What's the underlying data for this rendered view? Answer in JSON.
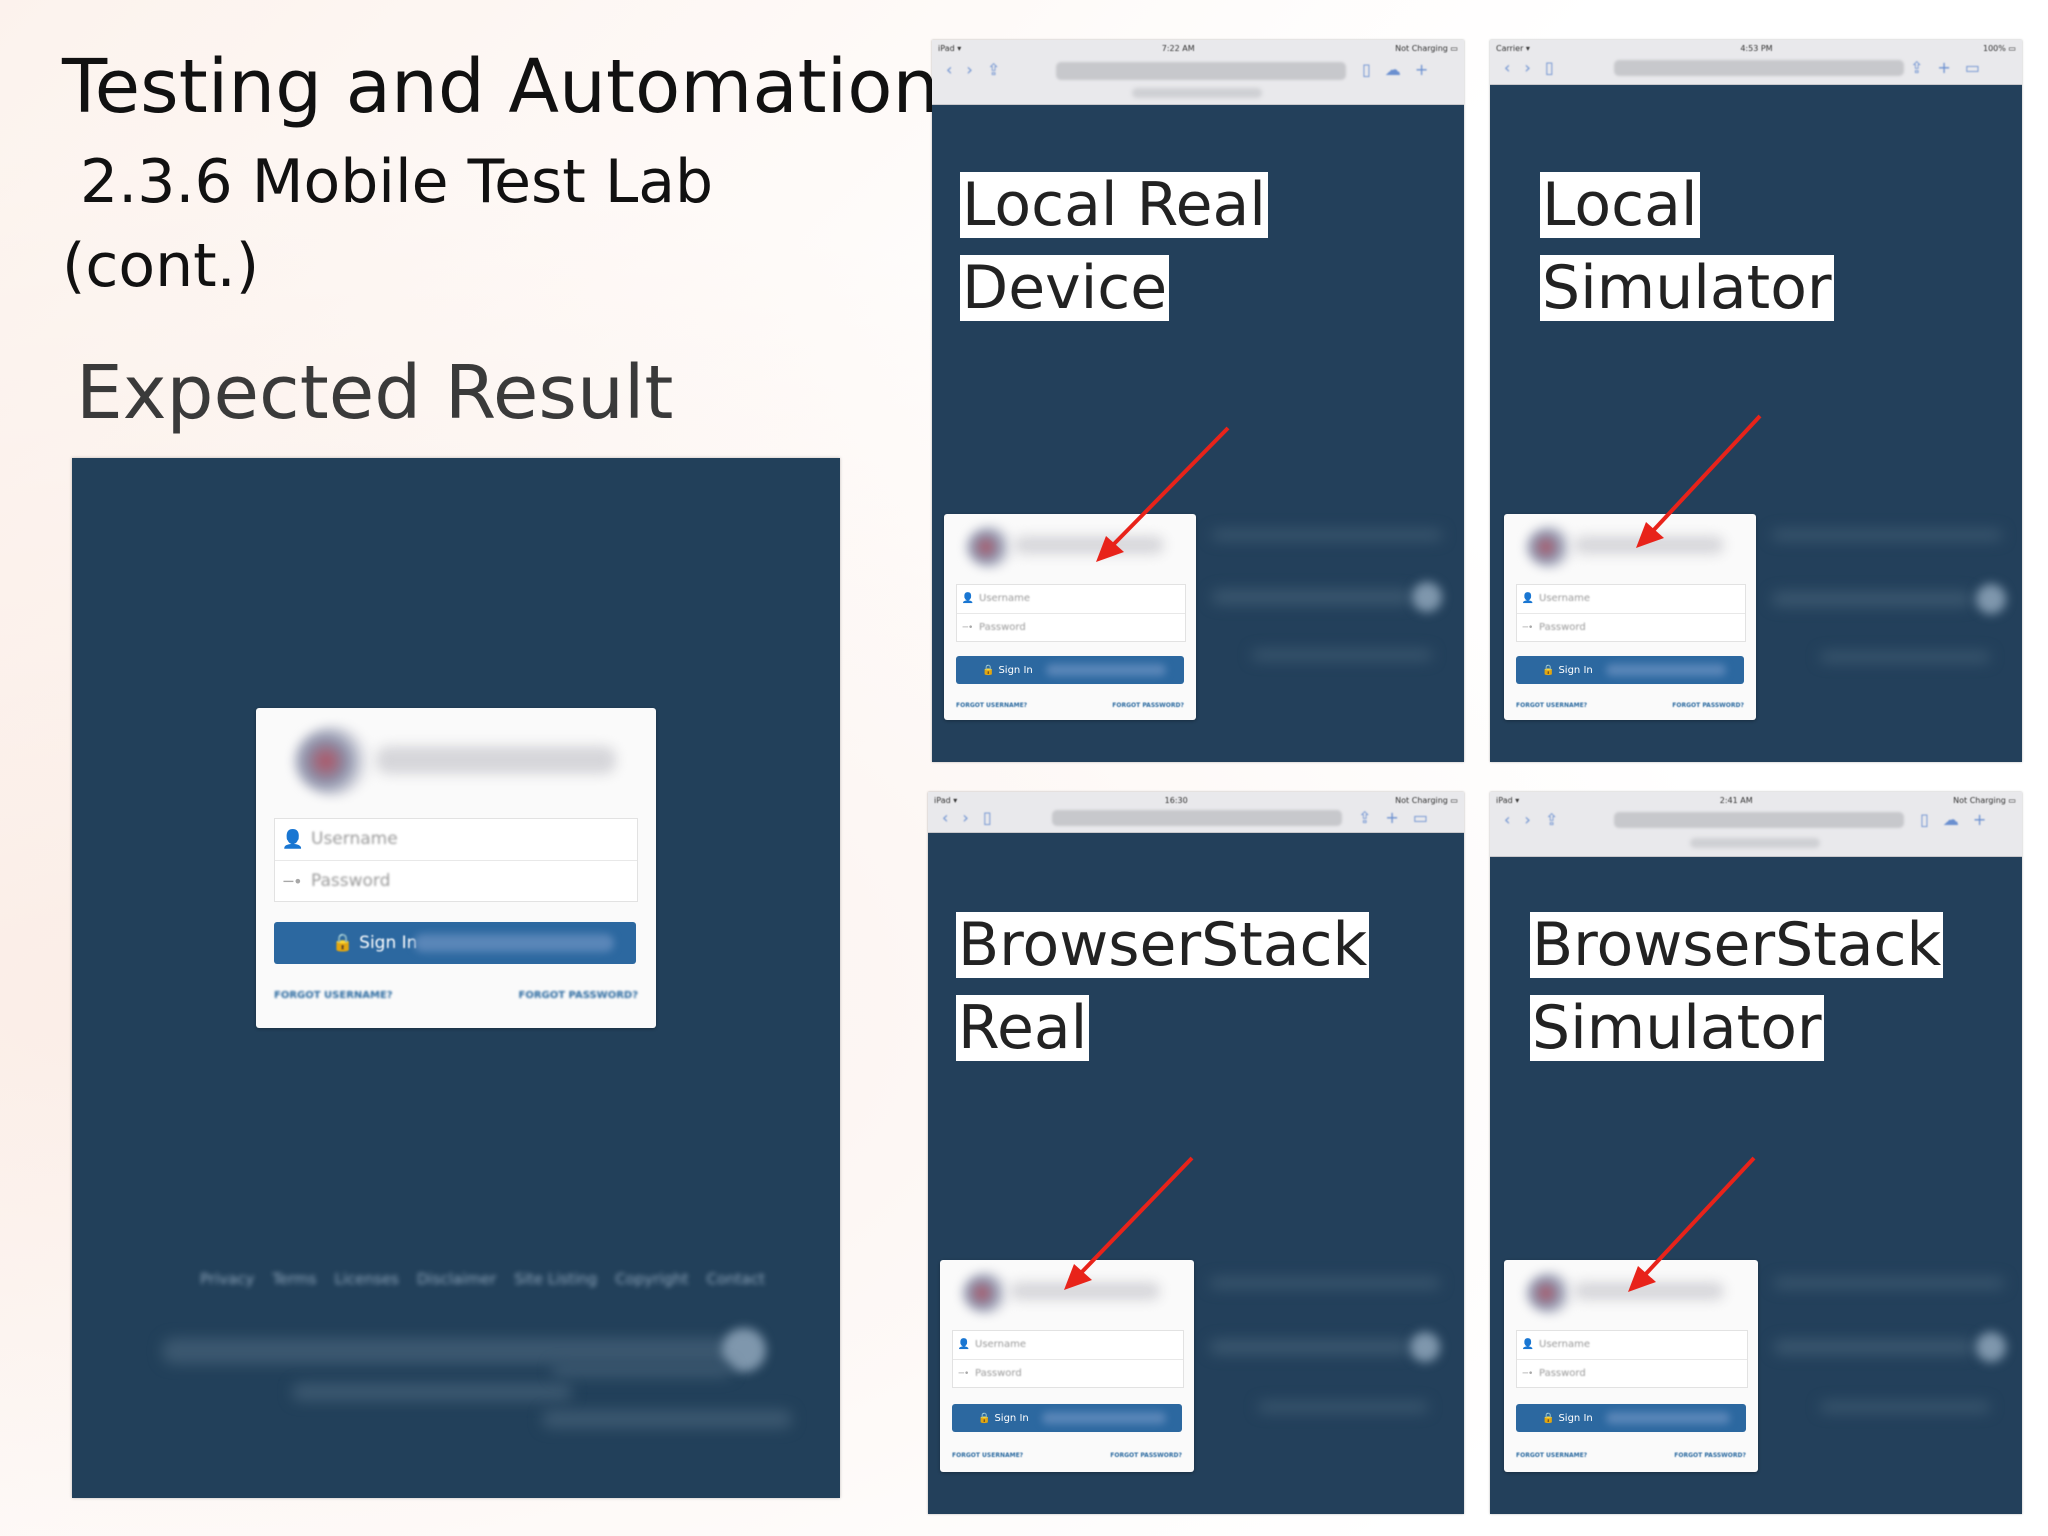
{
  "slide": {
    "title": "Testing and Automation",
    "subtitle_line1": "2.3.6 Mobile Test Lab",
    "subtitle_line2": "(cont.)",
    "section_label": "Expected Result"
  },
  "login": {
    "username_placeholder": "Username",
    "password_placeholder": "Password",
    "signin_label": "Sign In",
    "forgot_username": "FORGOT USERNAME?",
    "forgot_password": "FORGOT PASSWORD?"
  },
  "footer_links": [
    "Privacy",
    "Terms",
    "Licenses",
    "Disclaimer",
    "Site Listing",
    "Copyright",
    "Contact"
  ],
  "devices": {
    "local_real": {
      "label_line1": "Local Real",
      "label_line2": "Device"
    },
    "local_sim": {
      "label_line1": "Local",
      "label_line2": "Simulator"
    },
    "bs_real": {
      "label_line1": "BrowserStack",
      "label_line2": "Real"
    },
    "bs_sim": {
      "label_line1": "BrowserStack",
      "label_line2": "Simulator"
    }
  },
  "colors": {
    "screen_bg": "#22405a",
    "signin_button": "#2c68a0",
    "arrow": "#e8231a"
  },
  "icons": {
    "user": "user-icon",
    "key": "key-icon",
    "lock": "lock-icon"
  }
}
